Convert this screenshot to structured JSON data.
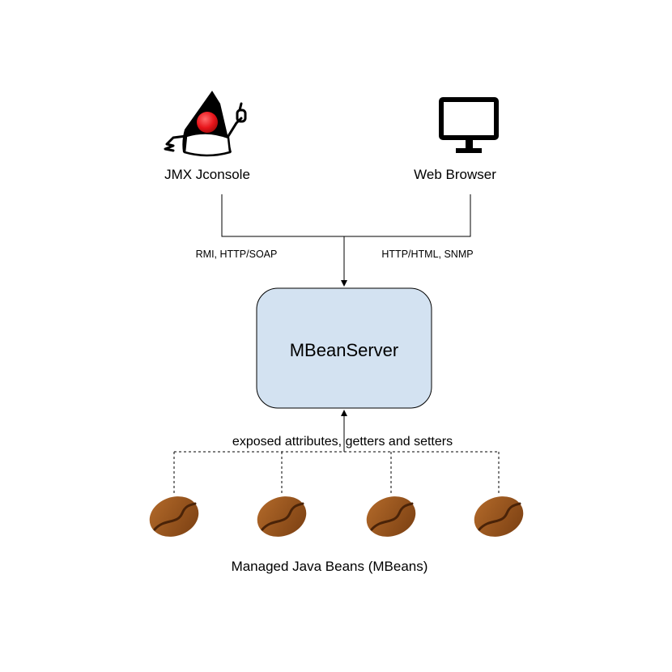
{
  "clients": {
    "jconsole": {
      "label": "JMX Jconsole",
      "icon": "duke-mascot-icon"
    },
    "browser": {
      "label": "Web Browser",
      "icon": "monitor-icon"
    }
  },
  "protocols": {
    "left": "RMI, HTTP/SOAP",
    "right": "HTTP/HTML, SNMP"
  },
  "server": {
    "label": "MBeanServer",
    "fill": "#d3e2f1"
  },
  "exposure": {
    "label": "exposed attributes,  getters and setters"
  },
  "beans": {
    "label": "Managed Java Beans (MBeans)",
    "count": 4,
    "icon": "coffee-bean-icon",
    "color": "#8b4a17"
  }
}
